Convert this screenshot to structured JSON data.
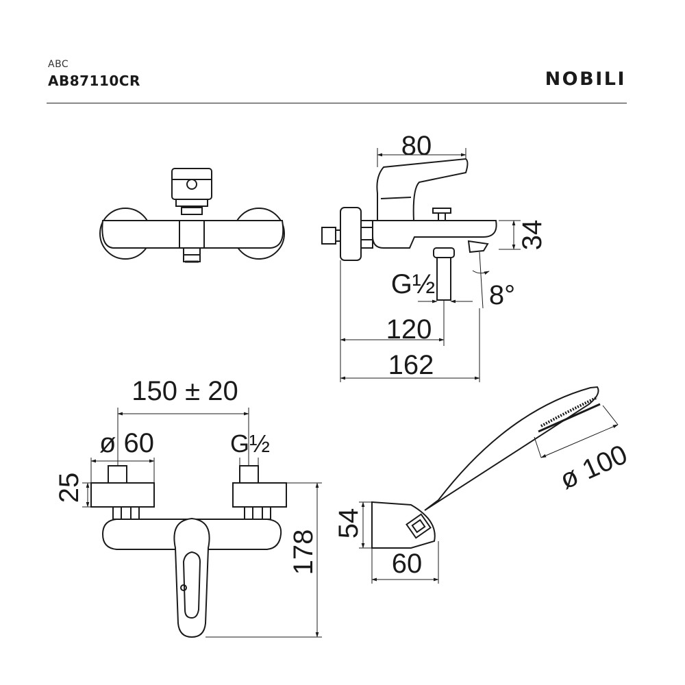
{
  "header": {
    "series": "ABC",
    "model": "AB87110CR",
    "brand": "NOBILI"
  },
  "dimensions": {
    "spout_width": "80",
    "body_height": "34",
    "inlet_thread": "G½",
    "spout_angle": "8°",
    "depth_to_outlet": "120",
    "total_depth": "162",
    "center_distance": "150 ± 20",
    "flange_diameter": "ø 60",
    "supply_thread": "G½",
    "flange_height": "25",
    "total_height": "178",
    "holder_height": "54",
    "holder_depth": "60",
    "shower_head_diameter": "ø 100"
  }
}
